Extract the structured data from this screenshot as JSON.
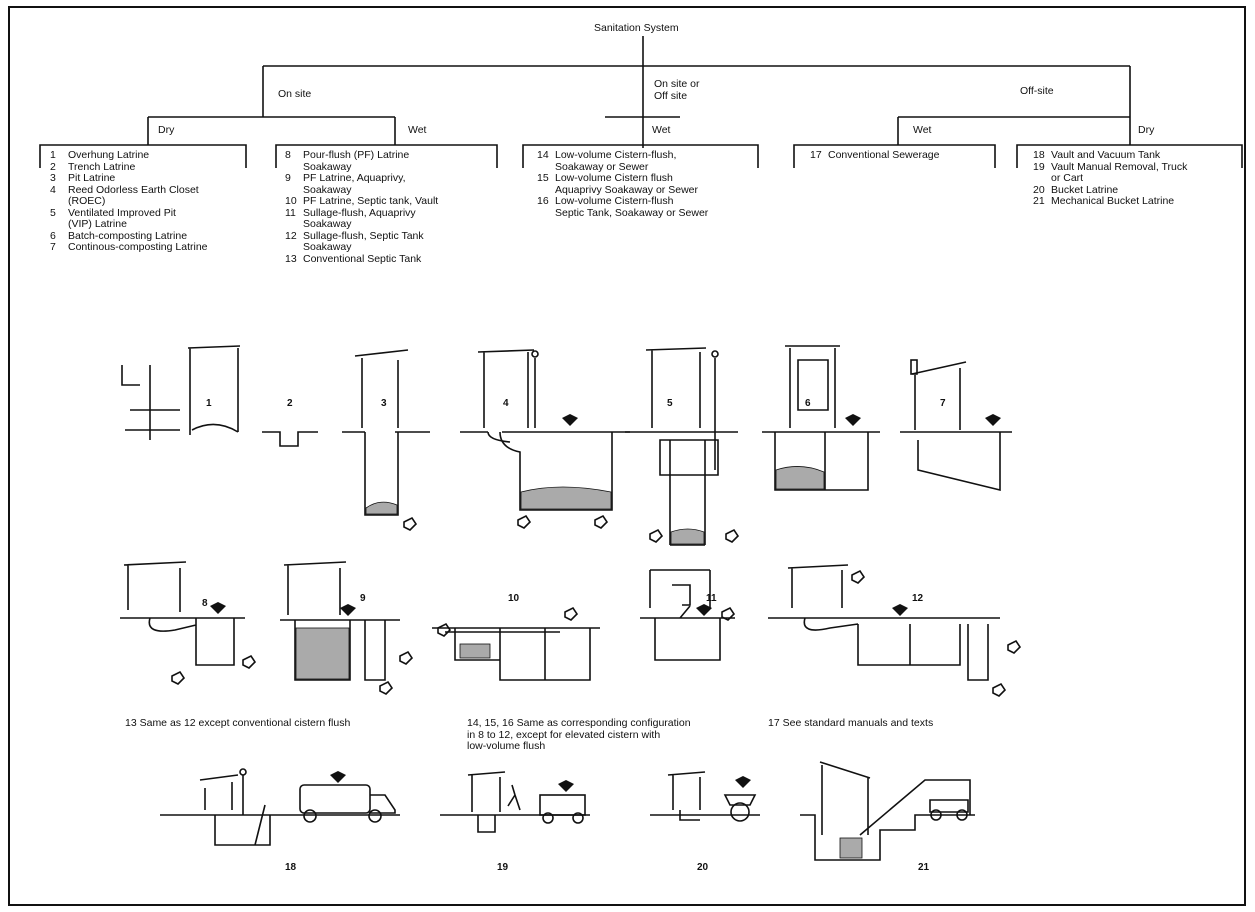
{
  "tree": {
    "root": "Sanitation System",
    "level1": [
      "On site",
      "On site or\nOff site",
      "Off-site"
    ],
    "level2": [
      "Dry",
      "Wet",
      "Wet",
      "Wet",
      "Dry"
    ]
  },
  "groups": [
    {
      "name": "on-site-dry",
      "items": [
        {
          "n": "1",
          "t": "Overhung Latrine"
        },
        {
          "n": "2",
          "t": "Trench Latrine"
        },
        {
          "n": "3",
          "t": "Pit Latrine"
        },
        {
          "n": "4",
          "t": "Reed Odorless Earth Closet\n(ROEC)"
        },
        {
          "n": "5",
          "t": "Ventilated Improved Pit\n(VIP) Latrine"
        },
        {
          "n": "6",
          "t": "Batch-composting Latrine"
        },
        {
          "n": "7",
          "t": "Continous-composting Latrine"
        }
      ]
    },
    {
      "name": "on-site-wet",
      "items": [
        {
          "n": "8",
          "t": "Pour-flush (PF) Latrine\nSoakaway"
        },
        {
          "n": "9",
          "t": "PF Latrine, Aquaprivy,\nSoakaway"
        },
        {
          "n": "10",
          "t": "PF Latrine, Septic tank, Vault"
        },
        {
          "n": "11",
          "t": "Sullage-flush, Aquaprivy\nSoakaway"
        },
        {
          "n": "12",
          "t": "Sullage-flush, Septic Tank\nSoakaway"
        },
        {
          "n": "13",
          "t": "Conventional Septic Tank"
        }
      ]
    },
    {
      "name": "either-wet",
      "items": [
        {
          "n": "14",
          "t": "Low-volume Cistern-flush,\nSoakaway or Sewer"
        },
        {
          "n": "15",
          "t": "Low-volume Cistern flush\nAquaprivy Soakaway or Sewer"
        },
        {
          "n": "16",
          "t": "Low-volume Cistern-flush\nSeptic Tank, Soakaway or Sewer"
        }
      ]
    },
    {
      "name": "off-site-wet",
      "items": [
        {
          "n": "17",
          "t": "Conventional Sewerage"
        }
      ]
    },
    {
      "name": "off-site-dry",
      "items": [
        {
          "n": "18",
          "t": "Vault and Vacuum Tank"
        },
        {
          "n": "19",
          "t": "Vault Manual Removal, Truck\nor Cart"
        },
        {
          "n": "20",
          "t": "Bucket Latrine"
        },
        {
          "n": "21",
          "t": "Mechanical Bucket Latrine"
        }
      ]
    }
  ],
  "notes": [
    "13 Same as 12 except conventional cistern flush",
    "14, 15, 16 Same as corresponding configuration\nin 8 to 12, except for elevated cistern with\nlow-volume flush",
    "17 See standard manuals and texts"
  ],
  "figures": [
    "1",
    "2",
    "3",
    "4",
    "5",
    "6",
    "7",
    "8",
    "9",
    "10",
    "11",
    "12",
    "18",
    "19",
    "20",
    "21"
  ]
}
